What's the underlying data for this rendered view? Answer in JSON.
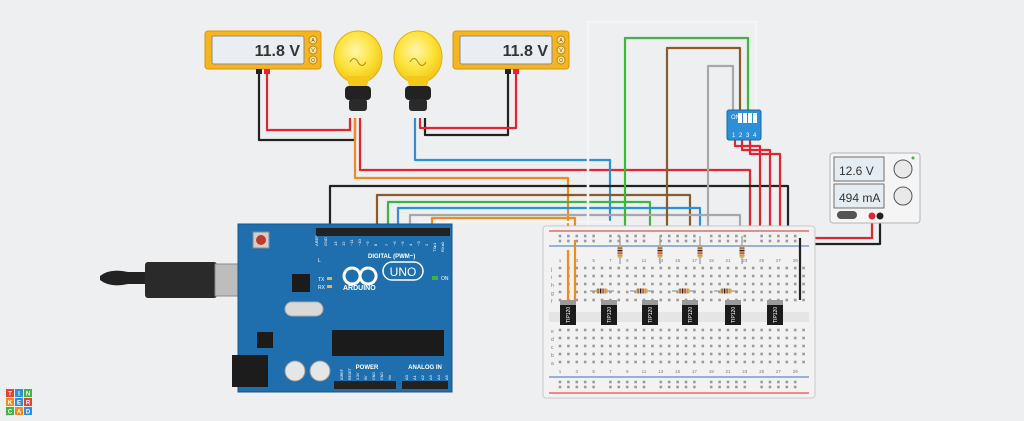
{
  "meters": {
    "left": {
      "reading": "11.8 V",
      "modes": [
        "A",
        "V",
        "Ω"
      ]
    },
    "right": {
      "reading": "11.8 V",
      "modes": [
        "A",
        "V",
        "Ω"
      ]
    }
  },
  "power_supply": {
    "voltage": "12.6 V",
    "current": "494 mA"
  },
  "dip_switch": {
    "label": "ON",
    "positions": [
      "1",
      "2",
      "3",
      "4"
    ]
  },
  "arduino": {
    "logo_text": "ARDUINO",
    "model": "UNO",
    "digital_label": "DIGITAL (PWM~)",
    "power_label": "POWER",
    "analog_label": "ANALOG IN",
    "on_label": "ON",
    "tx_label": "TX",
    "rx_label": "RX",
    "l_label": "L",
    "aref_label": "AREF",
    "gnd_label": "GND",
    "digital_pins": [
      "13",
      "12",
      "~11",
      "~10",
      "~9",
      "8",
      "7",
      "~6",
      "~5",
      "4",
      "~3",
      "2",
      "TX▸1",
      "RX◂0"
    ],
    "power_pins": [
      "IOREF",
      "RESET",
      "3.3V",
      "5V",
      "GND",
      "GND",
      "Vin"
    ],
    "analog_pins": [
      "A0",
      "A1",
      "A2",
      "A3",
      "A4",
      "A5"
    ]
  },
  "transistors": [
    "TIP120",
    "TIP120",
    "TIP120",
    "TIP120",
    "TIP120",
    "TIP120"
  ],
  "breadboard": {
    "row_letters_top": [
      "j",
      "i",
      "h",
      "g",
      "f"
    ],
    "row_letters_bottom": [
      "e",
      "d",
      "c",
      "b",
      "a"
    ],
    "column_numbers": [
      "1",
      "3",
      "5",
      "7",
      "9",
      "11",
      "13",
      "15",
      "17",
      "19",
      "21",
      "23",
      "25",
      "27",
      "29"
    ]
  },
  "brand": {
    "letters": [
      "T",
      "I",
      "N",
      "K",
      "E",
      "R",
      "C",
      "A",
      "D"
    ]
  },
  "colors": {
    "wire_red": "#e3262b",
    "wire_black": "#222222",
    "wire_orange": "#f28a1d",
    "wire_blue": "#2f8fd8",
    "wire_green": "#3fb53f",
    "wire_brown": "#8b5a2b",
    "wire_gray": "#a8a8a8",
    "wire_white": "#f4f4f4",
    "board_blue": "#1f6fae",
    "meter_yellow": "#f6b51e"
  }
}
